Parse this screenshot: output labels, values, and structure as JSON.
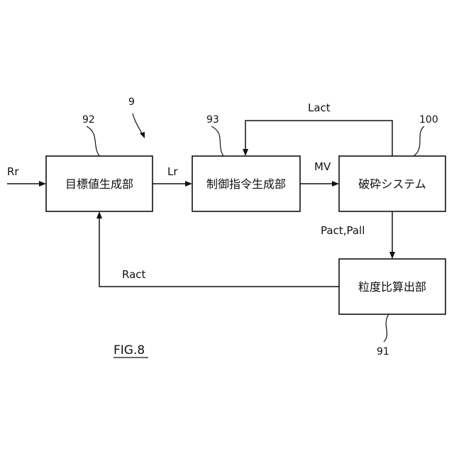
{
  "diagram": {
    "system_ref": "9",
    "figure_label": "FIG.8",
    "blocks": {
      "target": {
        "label": "目標値生成部",
        "ref": "92"
      },
      "control": {
        "label": "制御指令生成部",
        "ref": "93"
      },
      "crushing": {
        "label": "破砕システム",
        "ref": "100"
      },
      "granularity": {
        "label": "粒度比算出部",
        "ref": "91"
      }
    },
    "signals": {
      "input": "Rr",
      "target_out": "Lr",
      "control_out": "MV",
      "feedback_top": "Lact",
      "crushing_out": "Pact,Pall",
      "feedback_bottom": "Ract"
    }
  }
}
